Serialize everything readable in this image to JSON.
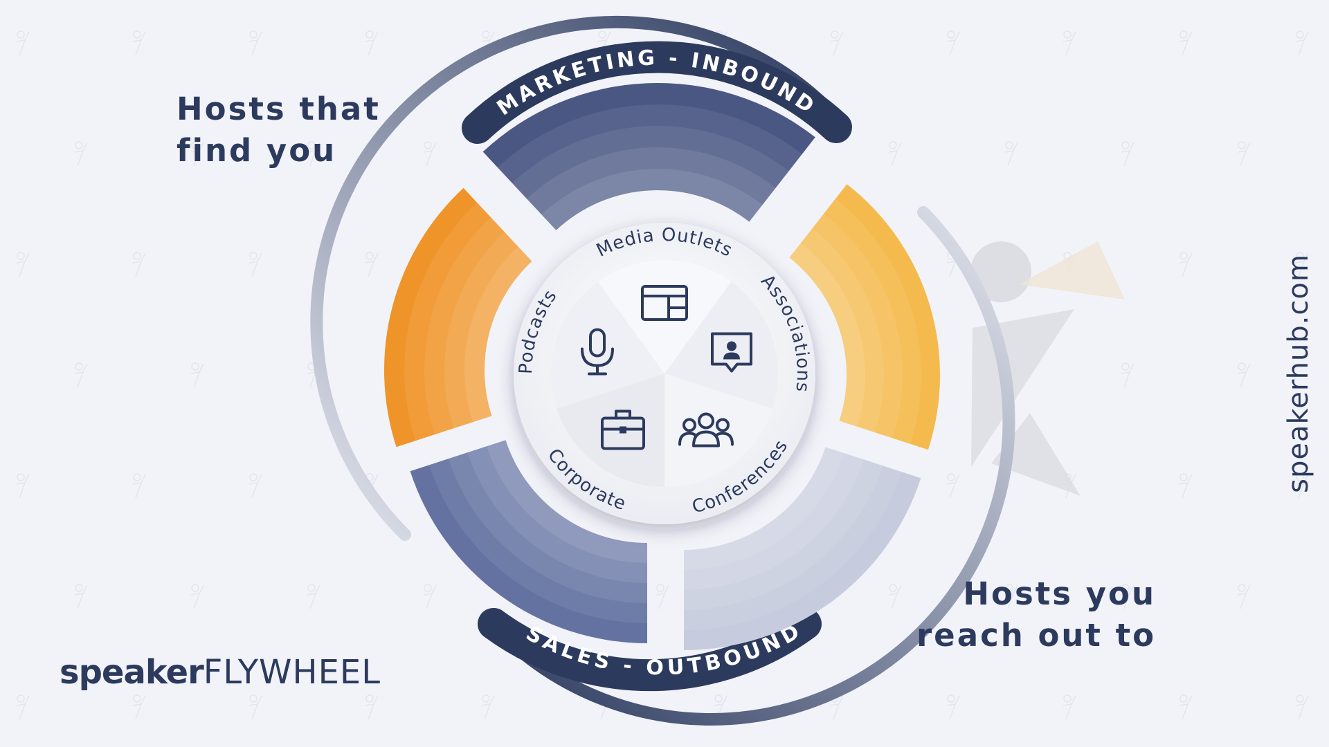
{
  "headline_left": [
    "Hosts that",
    "find you"
  ],
  "headline_right": [
    "Hosts you",
    "reach out to"
  ],
  "arc_top_label": "MARKETING - INBOUND",
  "arc_bottom_label": "SALES - OUTBOUND",
  "vertical_url": "speakerhub.com",
  "brand": {
    "bold": "speaker",
    "light": "FLYWHEEL"
  },
  "segments": [
    {
      "label": "Media Outlets",
      "icon": "newspaper-icon",
      "color": "#3f4d7c"
    },
    {
      "label": "Associations",
      "icon": "presenter-icon",
      "color": "#f4b643"
    },
    {
      "label": "Conferences",
      "icon": "audience-icon",
      "color": "#c3c9dc"
    },
    {
      "label": "Corporate",
      "icon": "briefcase-icon",
      "color": "#5a6a9c"
    },
    {
      "label": "Podcasts",
      "icon": "microphone-icon",
      "color": "#ef8e1c"
    }
  ],
  "colors": {
    "navy": "#2c3a5e",
    "orange": "#ef8e1c",
    "yellow": "#f4b643",
    "slate": "#5a6a9c",
    "light_slate": "#c3c9dc",
    "background": "#f2f3f8"
  }
}
